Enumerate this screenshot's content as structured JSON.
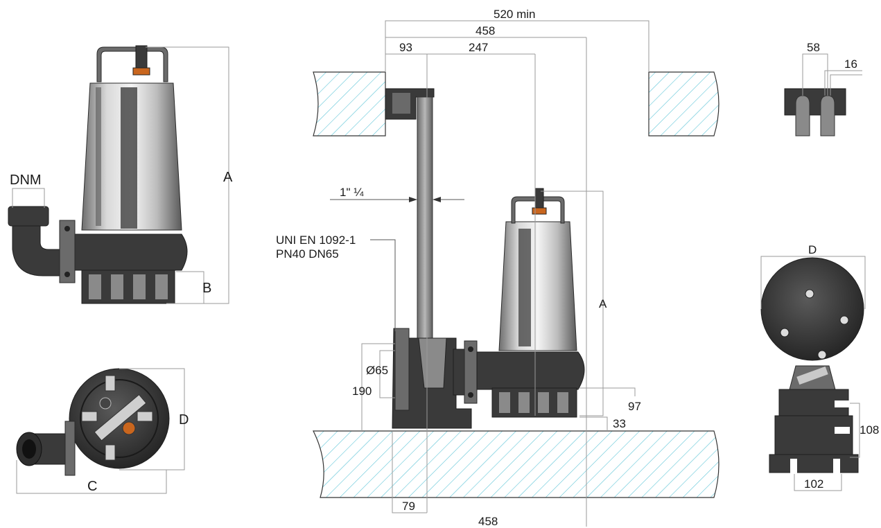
{
  "labels": {
    "side_view": {
      "dnm": "DNM",
      "a": "A",
      "b": "B"
    },
    "bottom_view": {
      "c": "C",
      "d": "D"
    },
    "installation": {
      "dim_520": "520  min",
      "dim_458_top": "458",
      "dim_93": "93",
      "dim_247": "247",
      "pipe_size": "1\" ¼",
      "flange_std_line1": "UNI EN 1092-1",
      "flange_std_line2": "PN40 DN65",
      "dim_d65": "Ø65",
      "dim_190": "190",
      "dim_a": "A",
      "dim_97": "97",
      "dim_33": "33",
      "dim_79": "79",
      "dim_458_bottom": "458"
    },
    "bracket_detail": {
      "dim_58": "58",
      "dim_16": "16"
    },
    "front_view": {
      "d": "D",
      "dim_108": "108",
      "dim_102": "102"
    }
  },
  "colors": {
    "hatch_line": "#5fc6d8",
    "dimension_line": "#9a9a9a",
    "pump_body": "#3a3a3a",
    "motor_steel": "#d9d9d9",
    "accent_orange": "#c9661e"
  }
}
